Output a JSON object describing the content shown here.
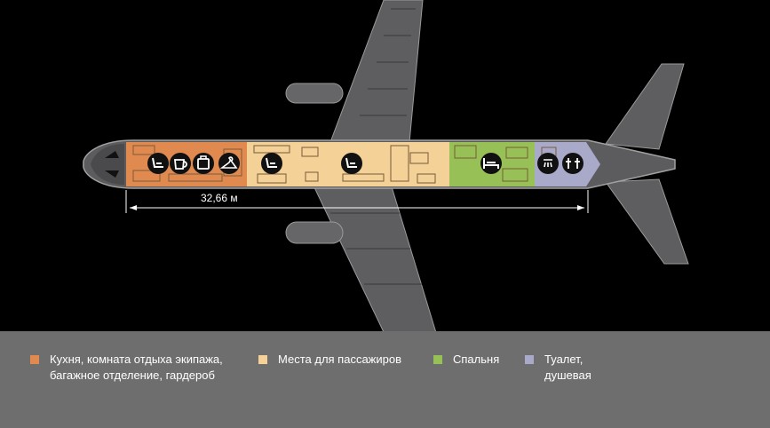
{
  "diagram": {
    "dimension_label": "32,66 м",
    "zones": [
      {
        "id": "galley",
        "color": "#e08a50"
      },
      {
        "id": "passenger",
        "color": "#f3d197"
      },
      {
        "id": "bedroom",
        "color": "#97c057"
      },
      {
        "id": "toilet",
        "color": "#a9a9c9"
      }
    ],
    "icons": [
      "seat-icon",
      "coffee-cup-icon",
      "luggage-icon",
      "hanger-icon",
      "seat-icon",
      "seat-icon",
      "bed-icon",
      "shower-icon",
      "restroom-icon"
    ]
  },
  "legend": {
    "items": [
      {
        "color": "#e08a50",
        "line1": "Кухня, комната отдыха экипажа,",
        "line2": "багажное отделение, гардероб"
      },
      {
        "color": "#f3d197",
        "line1": "Места для пассажиров",
        "line2": ""
      },
      {
        "color": "#97c057",
        "line1": "Спальня",
        "line2": ""
      },
      {
        "color": "#a9a9c9",
        "line1": "Туалет,",
        "line2": "душевая"
      }
    ]
  }
}
